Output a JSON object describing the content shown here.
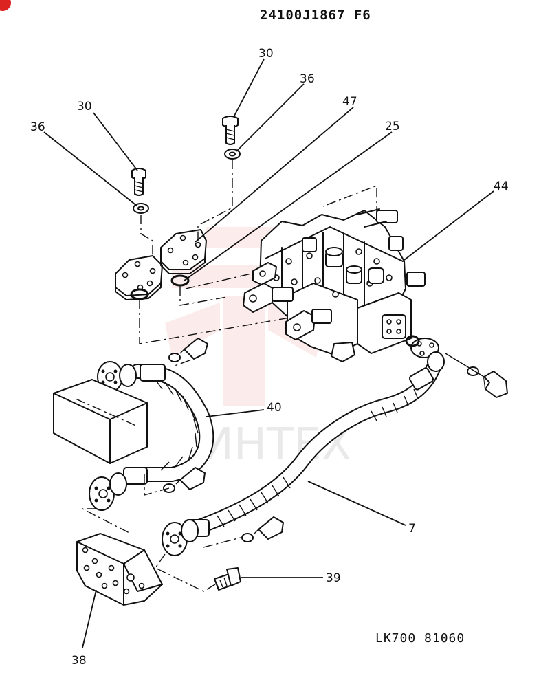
{
  "drawing": {
    "header_code": "24100J1867 F6",
    "footer_code": "LK700 81060",
    "watermark_text": "ИНТЕХ",
    "watermark_color": "#f3b9b9"
  },
  "callouts": [
    {
      "label": "30"
    },
    {
      "label": "36"
    },
    {
      "label": "30"
    },
    {
      "label": "36"
    },
    {
      "label": "47"
    },
    {
      "label": "25"
    },
    {
      "label": "44"
    },
    {
      "label": "40"
    },
    {
      "label": "7"
    },
    {
      "label": "39"
    },
    {
      "label": "38"
    }
  ]
}
